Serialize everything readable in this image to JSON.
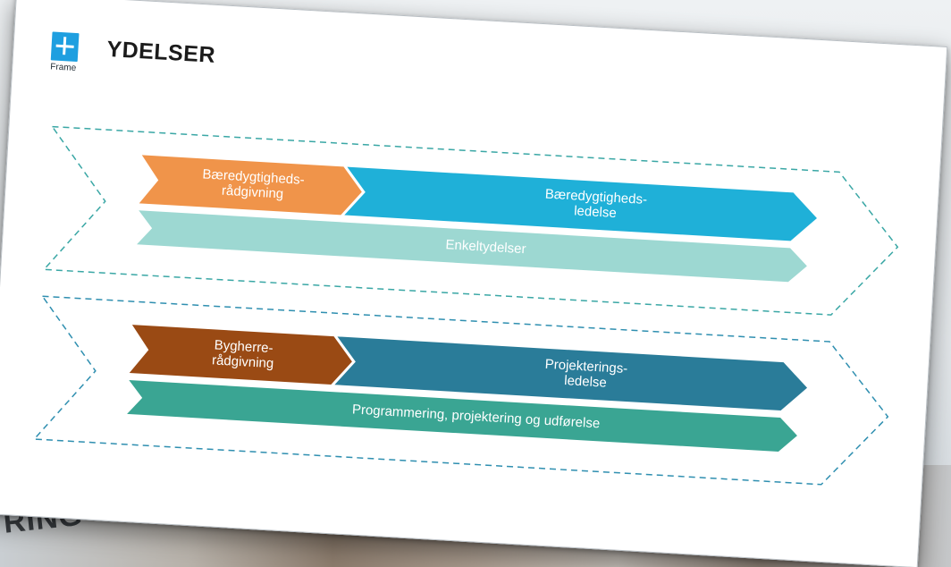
{
  "slide": {
    "title": "YDELSER",
    "logo_text": "Frame",
    "logo_icon": "plus-icon",
    "group1": {
      "left_label_line1": "Bæredygtigheds-",
      "left_label_line2": "rådgivning",
      "right_label_line1": "Bæredygtigheds-",
      "right_label_line2": "ledelse",
      "bar_label": "Enkeltydelser",
      "colors": {
        "left": "#f0944a",
        "right": "#1fb0d8",
        "bar": "#9dd8d2",
        "outline": "#3aa7a5"
      }
    },
    "group2": {
      "left_label_line1": "Bygherre-",
      "left_label_line2": "rådgivning",
      "right_label_line1": "Projekterings-",
      "right_label_line2": "ledelse",
      "bar_label": "Programmering, projektering og udførelse",
      "colors": {
        "left": "#9a4a14",
        "right": "#2a7c99",
        "bar": "#3aa593",
        "outline": "#2f8fb0"
      }
    }
  },
  "background": {
    "partial_text": "RING"
  }
}
